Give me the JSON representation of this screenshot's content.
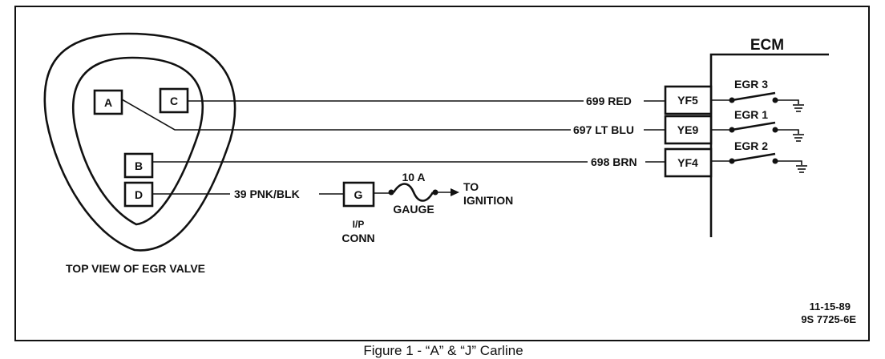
{
  "valve": {
    "pins": {
      "a": "A",
      "b": "B",
      "c": "C",
      "d": "D"
    },
    "caption": "TOP VIEW OF EGR VALVE"
  },
  "wires": {
    "red": "699 RED",
    "lt_blu": "697 LT BLU",
    "brn": "698 BRN",
    "pnk_blk": "39 PNK/BLK"
  },
  "ecm": {
    "title": "ECM",
    "terminals": {
      "t1": "YF5",
      "t2": "YE9",
      "t3": "YF4"
    },
    "switches": {
      "s1": "EGR 3",
      "s2": "EGR 1",
      "s3": "EGR 2"
    }
  },
  "connector": {
    "pin": "G",
    "label_line1": "I/P",
    "label_line2": "CONN"
  },
  "fuse": {
    "rating": "10 A",
    "name": "GAUGE"
  },
  "ignition": {
    "line1": "TO",
    "line2": "IGNITION"
  },
  "ref": {
    "date": "11-15-89",
    "code": "9S 7725-6E"
  },
  "figure_caption": "Figure 1 - “A” & “J” Carline"
}
